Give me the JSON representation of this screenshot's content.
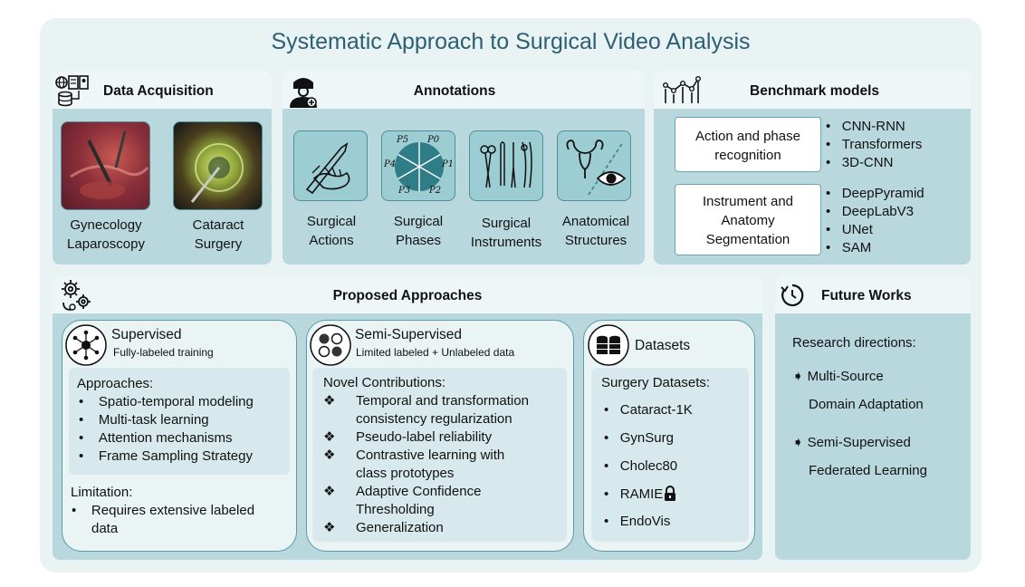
{
  "title": "Systematic Approach to Surgical Video Analysis",
  "data_acquisition": {
    "title": "Data Acquisition",
    "items": [
      {
        "label1": "Gynecology",
        "label2": "Laparoscopy"
      },
      {
        "label1": "Cataract",
        "label2": "Surgery"
      }
    ]
  },
  "annotations": {
    "title": "Annotations",
    "items": [
      {
        "label1": "Surgical",
        "label2": "Actions"
      },
      {
        "label1": "Surgical",
        "label2": "Phases"
      },
      {
        "label1": "Surgical",
        "label2": "Instruments"
      },
      {
        "label1": "Anatomical",
        "label2": "Structures"
      }
    ],
    "phase_labels": [
      "P5",
      "P0",
      "P1",
      "P2",
      "P3",
      "P4"
    ]
  },
  "benchmark": {
    "title": "Benchmark models",
    "group1": {
      "line1": "Action and phase",
      "line2": "recognition",
      "models": [
        "CNN-RNN",
        "Transformers",
        "3D-CNN"
      ]
    },
    "group2": {
      "line1": "Instrument and",
      "line2": "Anatomy",
      "line3": "Segmentation",
      "models": [
        "DeepPyramid",
        "DeepLabV3",
        "UNet",
        "SAM"
      ]
    }
  },
  "proposed": {
    "title": "Proposed Approaches",
    "supervised": {
      "title": "Supervised",
      "subtitle": "Fully-labeled training",
      "approaches_title": "Approaches:",
      "approaches": [
        "Spatio-temporal modeling",
        "Multi-task learning",
        "Attention mechanisms",
        "Frame Sampling Strategy"
      ],
      "limitation_title": "Limitation:",
      "limitation_line1": "Requires extensive labeled",
      "limitation_line2": "data"
    },
    "semi": {
      "title": "Semi-Supervised",
      "subtitle": "Limited labeled + Unlabeled data",
      "contrib_title": "Novel Contributions:",
      "c1a": "Temporal and transformation",
      "c1b": "consistency regularization",
      "c2": "Pseudo-label reliability",
      "c3a": "Contrastive learning with",
      "c3b": "class prototypes",
      "c4a": "Adaptive Confidence",
      "c4b": "Thresholding",
      "c5": "Generalization"
    },
    "datasets": {
      "title": "Datasets",
      "list_title": "Surgery Datasets:",
      "items": [
        "Cataract-1K",
        "GynSurg",
        "Cholec80",
        "RAMIE",
        "EndoVis"
      ]
    }
  },
  "future": {
    "title": "Future Works",
    "intro": "Research directions:",
    "d1a": "Multi-Source",
    "d1b": "Domain Adaptation",
    "d2a": "Semi-Supervised",
    "d2b": "Federated Learning"
  },
  "colors": {
    "title": "#2c5f74",
    "panel": "#b9d8de",
    "panel_head": "#eef6f7",
    "accent": "#4f8f9b",
    "pie": "#2f7d86"
  },
  "icons": [
    "database-network-icon",
    "surgeon-icon",
    "chart-line-icon",
    "gears-icon",
    "clock-refresh-icon",
    "network-icon",
    "semi-circles-icon",
    "database-stack-icon",
    "lock-icon",
    "arrow-bullet-icon"
  ]
}
